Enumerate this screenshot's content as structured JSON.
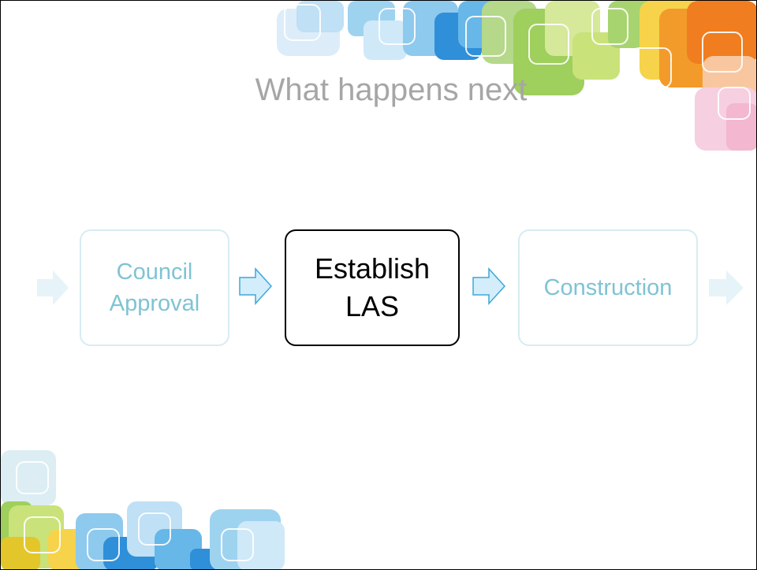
{
  "slide": {
    "title": "What happens next"
  },
  "process": {
    "steps": [
      {
        "label": "Council\nApproval",
        "state": "faded"
      },
      {
        "label": "Establish\nLAS",
        "state": "active"
      },
      {
        "label": "Construction",
        "state": "faded"
      }
    ]
  },
  "colors": {
    "title_text": "#a6a6a6",
    "faded_text": "#7fc3d4",
    "faded_border": "#d7ecf2",
    "active_border": "#000000",
    "arrow_fill": "#d3eefa",
    "arrow_stroke": "#3fa7d8",
    "faded_arrow_fill": "#e6f3f8"
  }
}
